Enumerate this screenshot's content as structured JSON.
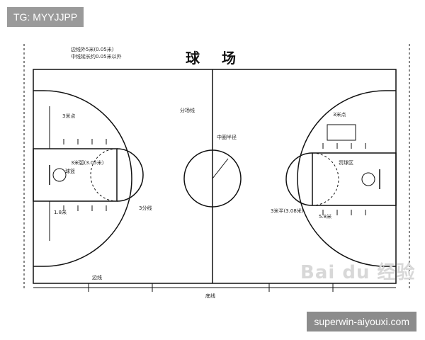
{
  "badges": {
    "top_left": "TG: MYYJJPP",
    "bottom_right": "superwin-aiyouxi.com"
  },
  "court": {
    "title": "球 场",
    "center_label": "分场线",
    "watermark": "Bai du 经验"
  },
  "annotations": [
    "边线外5米(0.05米)",
    "中线延长约0.05米以外",
    "分场线",
    "3米点",
    "3米点",
    "中圈半径",
    "3米弧(3.05米)",
    "罚球区",
    "3分线",
    "1.8米",
    "5.8米",
    "球篮",
    "3米半(3.08米)",
    "边线",
    "底线"
  ]
}
